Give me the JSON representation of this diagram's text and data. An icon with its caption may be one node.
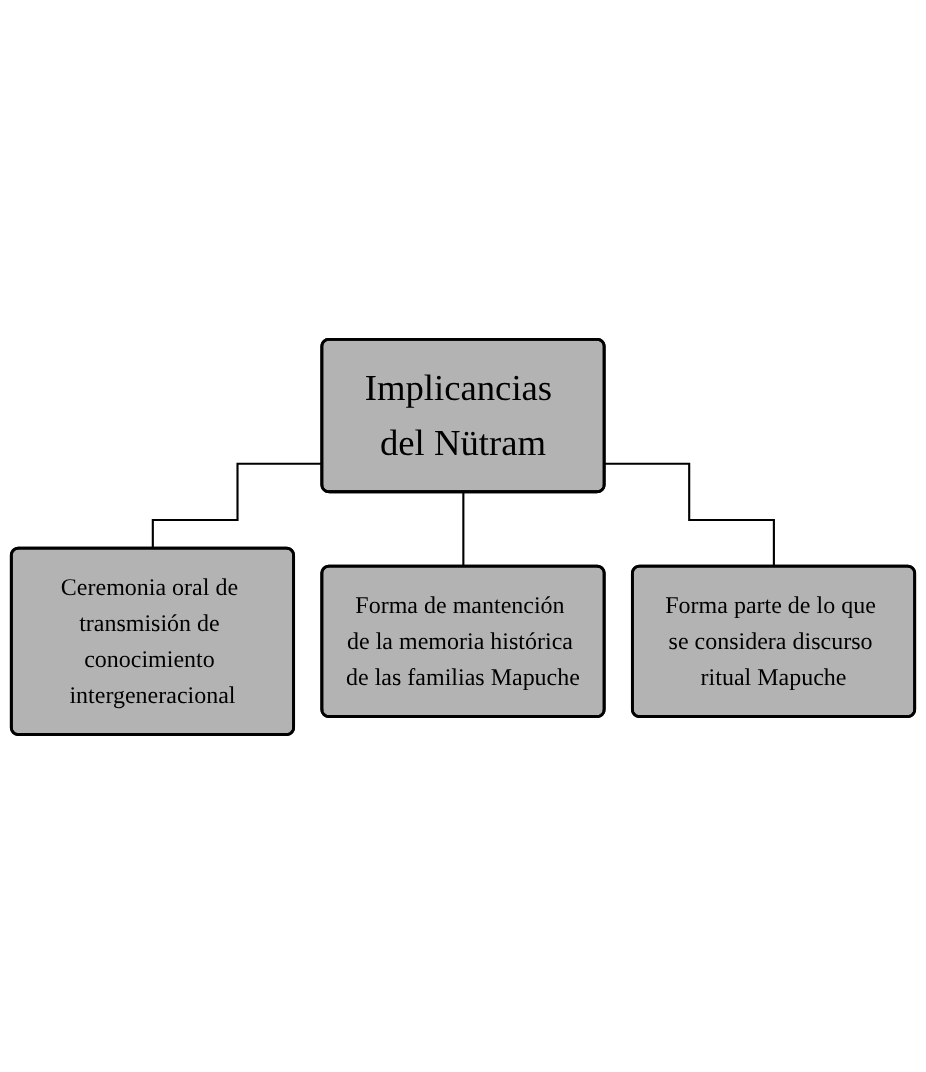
{
  "diagram": {
    "nodes": [
      {
        "text": [
          "Implicancias del Nütram"
        ]
      },
      {
        "text": [
          "Ceremonia oral de transmisión de conocimiento intergeneracional"
        ]
      },
      {
        "text": [
          "Forma de mantención de la memoria histórica de las familias Mapuche"
        ]
      },
      {
        "text": [
          "Forma parte de lo que se considera discurso ritual Mapuche"
        ]
      }
    ],
    "edges": [
      {
        "from": 0,
        "to": 1,
        "arrow": "none"
      },
      {
        "from": 0,
        "to": 2,
        "arrow": "none"
      },
      {
        "from": 0,
        "to": 3,
        "arrow": "none"
      }
    ]
  }
}
